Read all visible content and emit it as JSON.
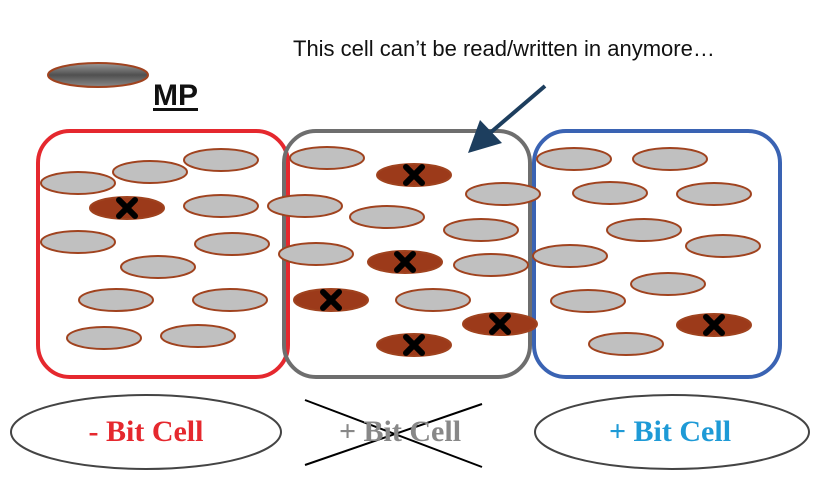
{
  "annotation": "This cell can’t be read/written in anymore…",
  "legend": {
    "label": "MP"
  },
  "cells": [
    {
      "label": "- Bit Cell",
      "color": "#e5282e",
      "label_color": "#e5282e",
      "crossed_out": false
    },
    {
      "label": "+ Bit Cell",
      "color": "#6e6e6e",
      "label_color": "#888888",
      "crossed_out": true
    },
    {
      "label": "+ Bit Cell",
      "color": "#3a63b3",
      "label_color": "#1e9ad6",
      "crossed_out": false
    }
  ],
  "colors": {
    "particle_fill": "#c0c0c0",
    "particle_stroke": "#a0431f",
    "damaged_fill": "#9c3a1a",
    "x_mark": "#000000",
    "arrow": "#1d3e5e"
  }
}
